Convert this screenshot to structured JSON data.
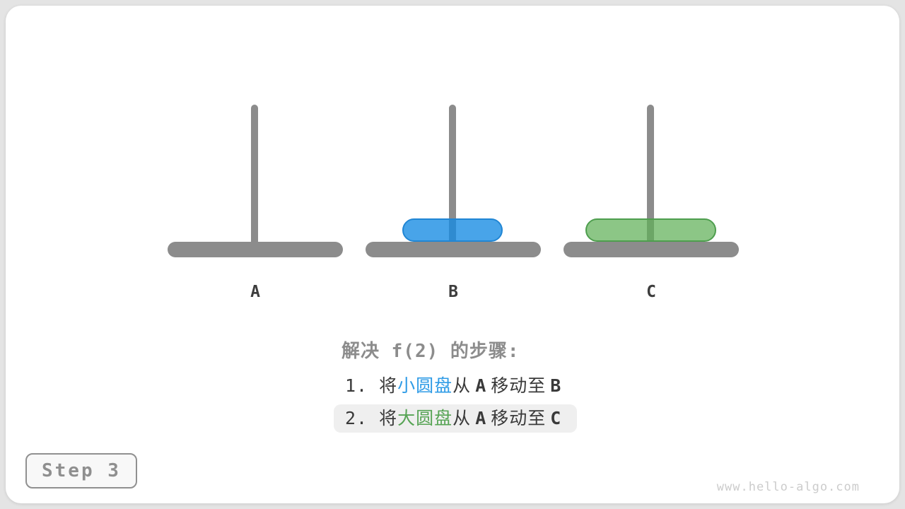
{
  "colors": {
    "page_bg": "#e4e4e4",
    "card_bg": "#ffffff",
    "structure_gray": "#8c8c8c",
    "label_text": "#3d3d3d",
    "title_text": "#8c8c8c",
    "step_text": "#3a3a3a",
    "blue_text": "#2e9be6",
    "green_text": "#57a455",
    "blue_disk_fill": "rgba(21,139,227,0.78)",
    "blue_disk_border": "#2186d4",
    "green_disk_fill": "rgba(95,176,88,0.72)",
    "green_disk_border": "#4e9e4e",
    "highlight_bg": "#efefef",
    "badge_bg": "#f8f8f8",
    "badge_border": "#909090",
    "badge_text": "#8f8f8f",
    "watermark_text": "#cccccc"
  },
  "pegs": [
    {
      "label": "A",
      "disks": []
    },
    {
      "label": "B",
      "disks": [
        {
          "name": "small-disk",
          "color": "blue"
        }
      ]
    },
    {
      "label": "C",
      "disks": [
        {
          "name": "large-disk",
          "color": "green"
        }
      ]
    }
  ],
  "caption": {
    "title": "解决 f(2) 的步骤:"
  },
  "steps": [
    {
      "highlighted": false,
      "parts": [
        {
          "text": "1. 将",
          "style": "plain"
        },
        {
          "text": "小圆盘",
          "style": "blue"
        },
        {
          "text": "从",
          "style": "plain"
        },
        {
          "text": "A",
          "style": "peg"
        },
        {
          "text": "移动至",
          "style": "plain"
        },
        {
          "text": "B",
          "style": "peg"
        }
      ]
    },
    {
      "highlighted": true,
      "parts": [
        {
          "text": "2. 将",
          "style": "plain"
        },
        {
          "text": "大圆盘",
          "style": "green"
        },
        {
          "text": "从",
          "style": "plain"
        },
        {
          "text": "A",
          "style": "peg"
        },
        {
          "text": "移动至",
          "style": "plain"
        },
        {
          "text": "C",
          "style": "peg"
        }
      ]
    }
  ],
  "badge": {
    "label": "Step 3"
  },
  "footer": {
    "watermark": "www.hello-algo.com"
  }
}
